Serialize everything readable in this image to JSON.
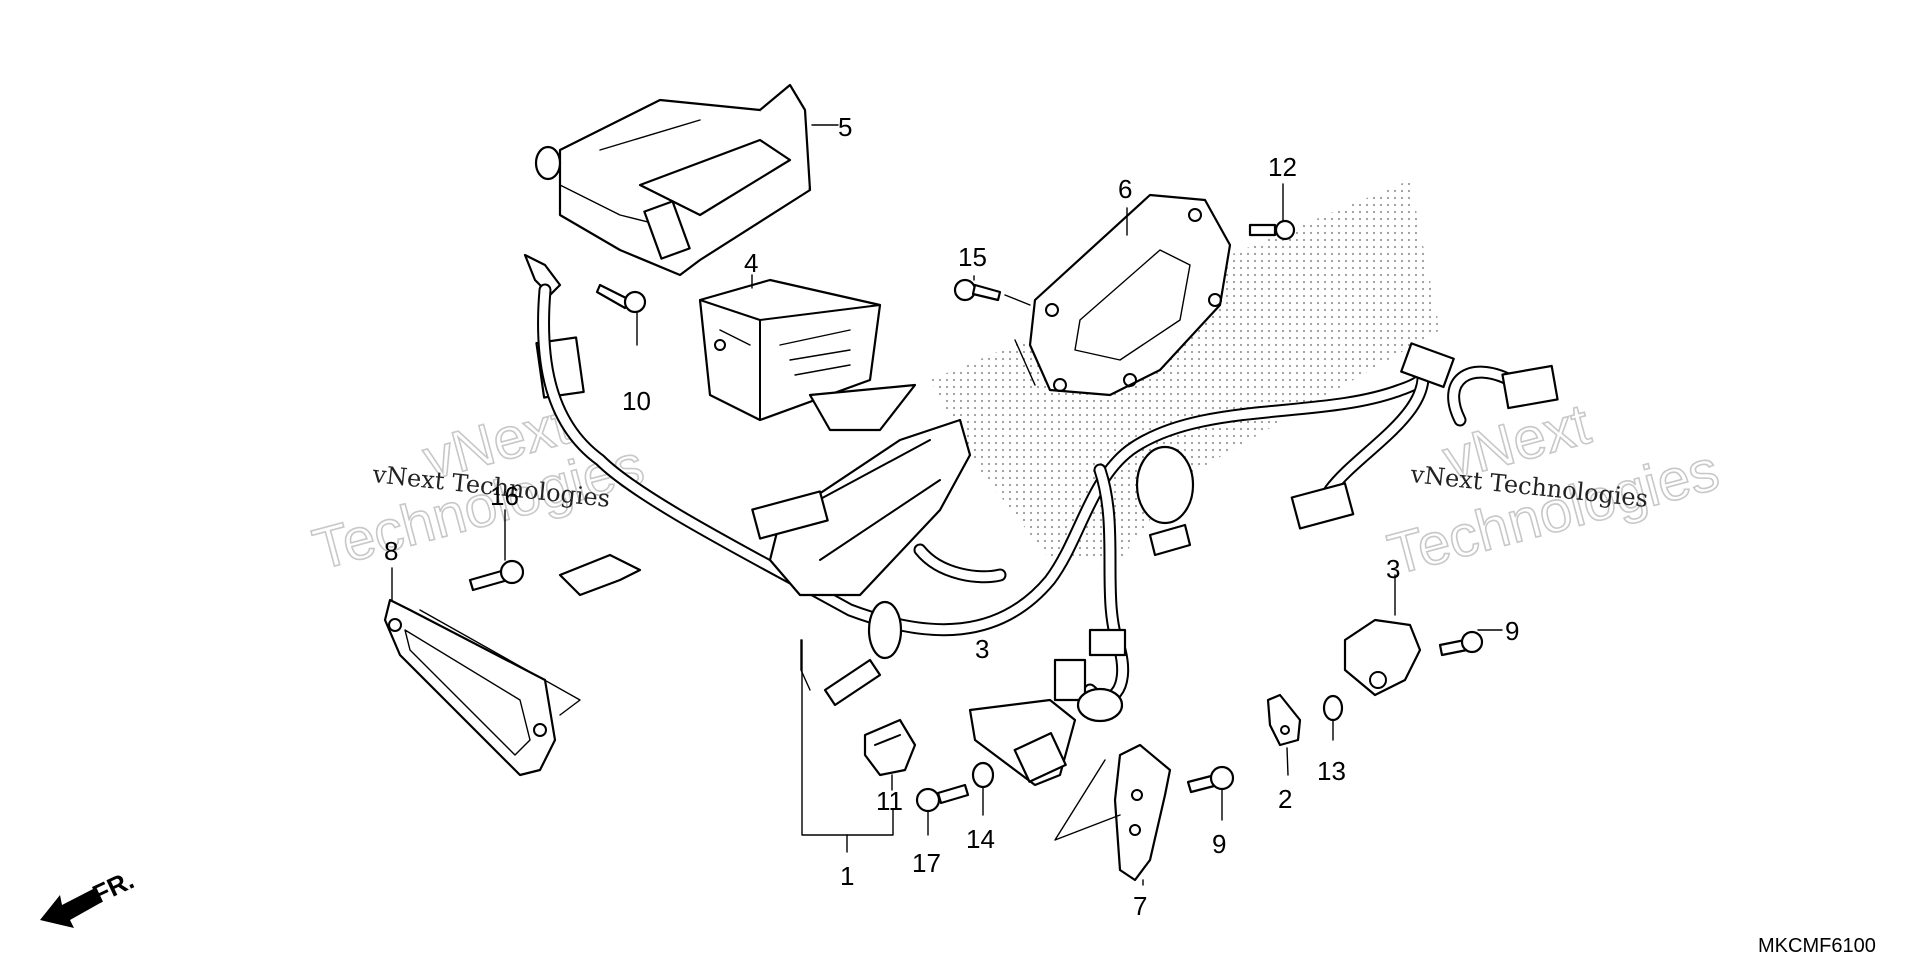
{
  "diagram": {
    "code": "MKCMF6100",
    "direction_label": "FR.",
    "watermarks": [
      {
        "big_top": "vNext",
        "big_bottom": "Technologies",
        "small": "vNext Technologies"
      },
      {
        "big_top": "vNext",
        "big_bottom": "Technologies",
        "small": "vNext Technologies"
      }
    ],
    "callouts": [
      "1",
      "2",
      "3",
      "3",
      "4",
      "5",
      "6",
      "7",
      "8",
      "9",
      "9",
      "10",
      "11",
      "12",
      "13",
      "14",
      "15",
      "16",
      "17"
    ]
  }
}
